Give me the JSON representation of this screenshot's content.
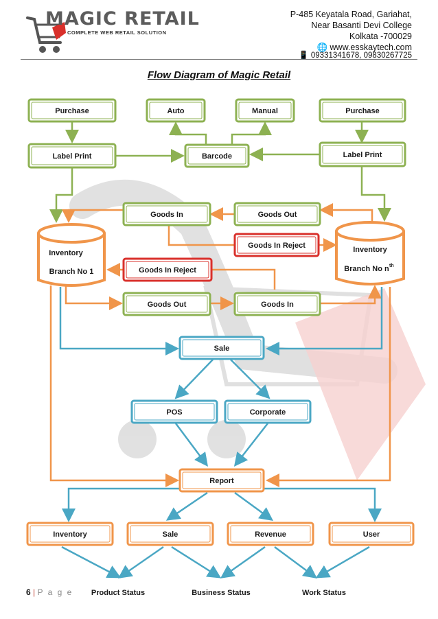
{
  "header": {
    "logo_title": "MAGIC RETAIL",
    "logo_subtitle": "COMPLETE WEB RETAIL SOLUTION",
    "address_line1": "P-485 Keyatala Road, Gariahat,",
    "address_line2": "Near Basanti Devi College",
    "address_line3": "Kolkata -700029",
    "website": "www.esskaytech.com",
    "phone": "09331341678, 09830267725",
    "globe_icon": "globe-icon",
    "phone_icon": "mobile-phone-icon"
  },
  "title": "Flow Diagram of Magic Retail",
  "colors": {
    "green": "#8db152",
    "orange": "#f0954a",
    "red": "#d9302b",
    "blue": "#4aa7c4"
  },
  "boxes": {
    "purchase_left": "Purchase",
    "auto": "Auto",
    "manual": "Manual",
    "purchase_right": "Purchase",
    "label_print_left": "Label Print",
    "barcode": "Barcode",
    "label_print_right": "Label Print",
    "goods_in_top": "Goods In",
    "goods_out_top": "Goods Out",
    "goods_in_reject_top": "Goods In Reject",
    "goods_in_reject_bottom": "Goods In Reject",
    "goods_out_bottom": "Goods Out",
    "goods_in_bottom": "Goods In",
    "inventory_left_line1": "Inventory",
    "inventory_left_line2": "Branch No 1",
    "inventory_right_line1": "Inventory",
    "inventory_right_line2": "Branch No n",
    "inventory_right_sup": "th",
    "sale": "Sale",
    "pos": "POS",
    "corporate": "Corporate",
    "report": "Report",
    "inventory_bottom": "Inventory",
    "sale_bottom": "Sale",
    "revenue": "Revenue",
    "user": "User"
  },
  "outputs": {
    "product_status": "Product Status",
    "business_status": "Business Status",
    "work_status": "Work Status"
  },
  "footer": {
    "page_number": "6",
    "separator": "|",
    "page_word": "P a g e"
  }
}
